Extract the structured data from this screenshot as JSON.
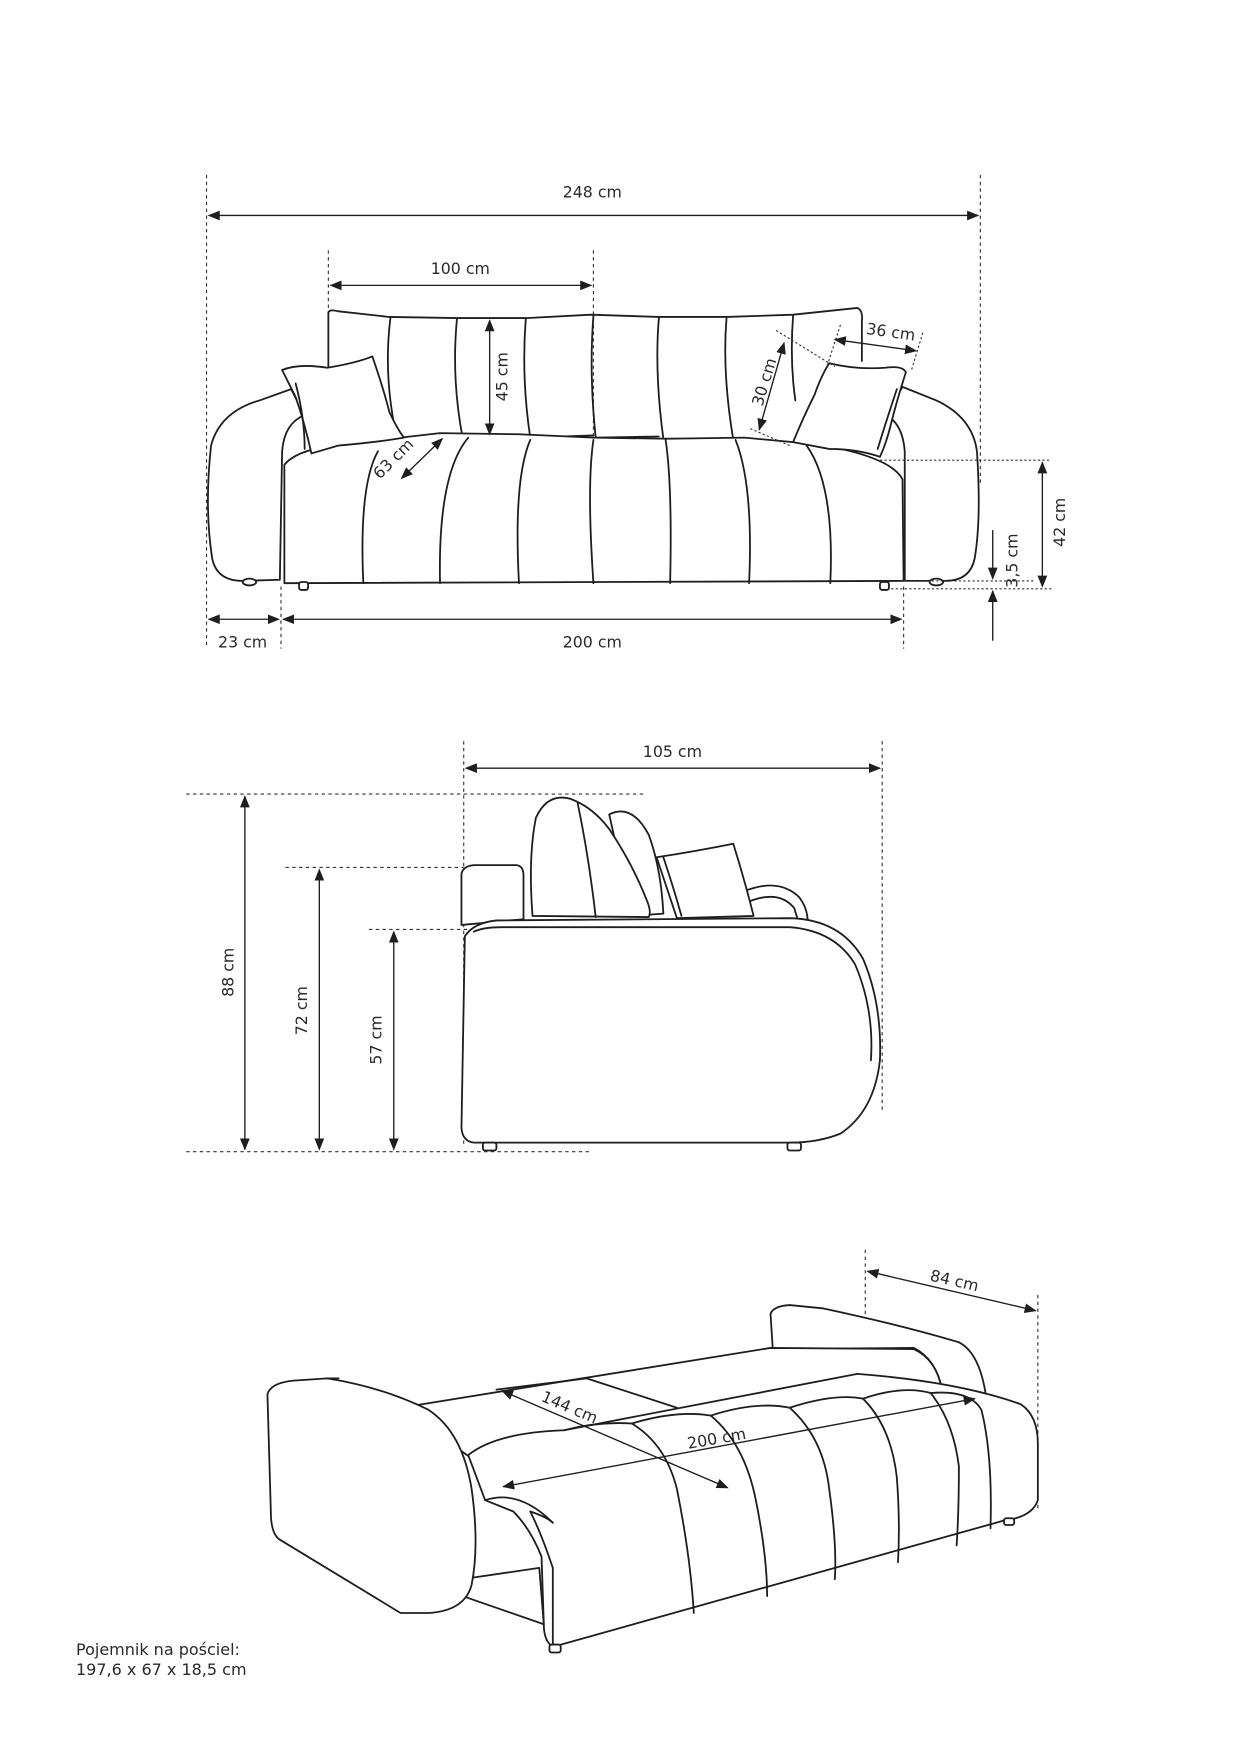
{
  "front_view": {
    "total_width": "248 cm",
    "backrest_section_width": "100 cm",
    "backrest_height": "45 cm",
    "pillow_height": "30 cm",
    "pillow_width": "36 cm",
    "seat_depth": "63 cm",
    "seat_height": "42 cm",
    "leg_height": "3,5 cm",
    "armrest_width": "23 cm",
    "seat_width": "200 cm"
  },
  "side_view": {
    "depth": "105 cm",
    "total_height": "88 cm",
    "backrest_height": "72 cm",
    "armrest_height": "57 cm"
  },
  "bed_view": {
    "depth": "84 cm",
    "sleep_width": "144 cm",
    "sleep_length": "200 cm"
  },
  "storage_note": {
    "title": "Pojemnik na pościel:",
    "dimensions": "197,6 x 67 x 18,5 cm"
  }
}
